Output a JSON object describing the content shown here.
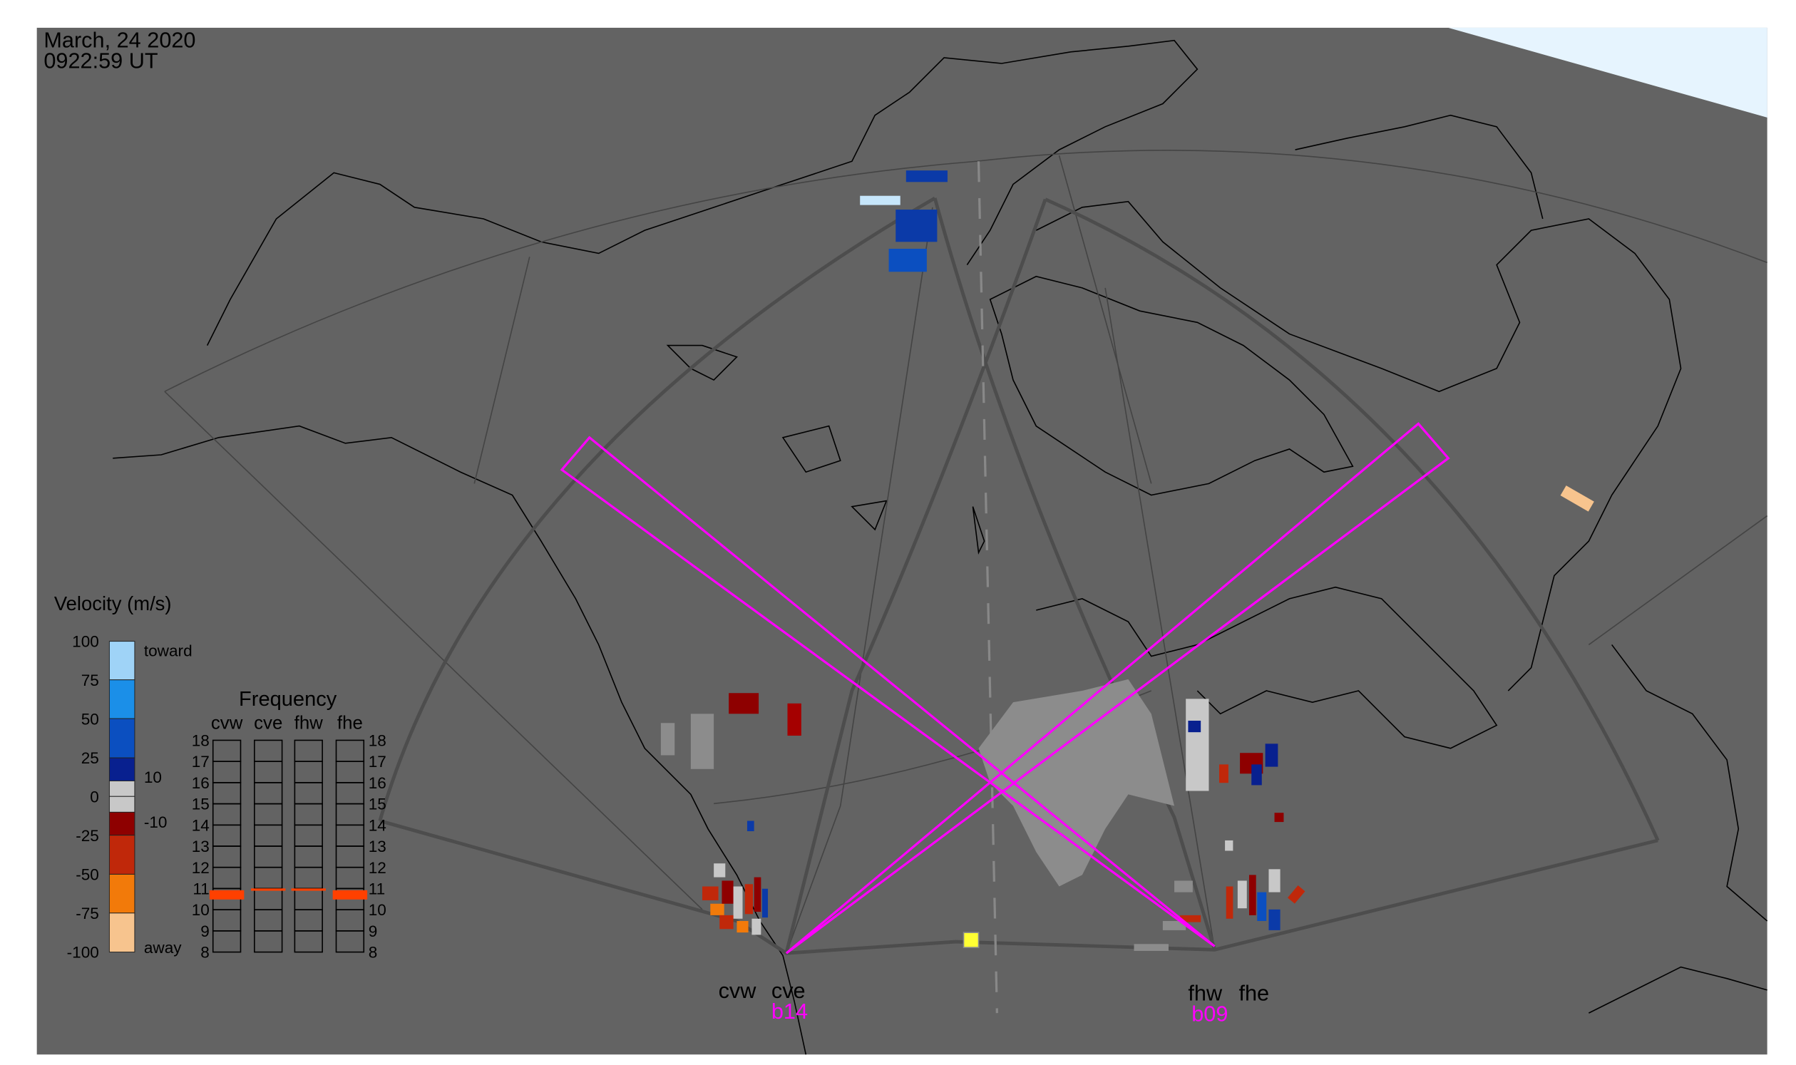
{
  "header": {
    "date": "March, 24 2020",
    "time": "0922:59 UT"
  },
  "velocity_legend": {
    "title": "Velocity (m/s)",
    "ticks": [
      "100",
      "75",
      "50",
      "25",
      "0",
      "-25",
      "-50",
      "-75",
      "-100"
    ],
    "toward_label": "toward",
    "away_label": "away",
    "pos_threshold": "10",
    "neg_threshold": "-10",
    "colors": [
      "#9fd3f7",
      "#1b8fe8",
      "#0b4fc0",
      "#08208f",
      "#c8c8c8",
      "#c8c8c8",
      "#8e0000",
      "#c0280a",
      "#f27a0a",
      "#f7c48e"
    ]
  },
  "frequency_panel": {
    "title": "Frequency",
    "radars": [
      "cvw",
      "cve",
      "fhw",
      "fhe"
    ],
    "ticks": [
      "18",
      "17",
      "16",
      "15",
      "14",
      "13",
      "12",
      "11",
      "10",
      "9",
      "8"
    ],
    "range_mhz": [
      8,
      18
    ],
    "bar_color": "#ff4000",
    "radar_frequencies_mhz": {
      "cvw": 10.7,
      "cve": 10.95,
      "fhw": 10.95,
      "fhe": 10.7
    }
  },
  "radars": {
    "cv": {
      "west": "cvw",
      "east": "cve",
      "beam": "b14"
    },
    "fh": {
      "west": "fhw",
      "east": "fhe",
      "beam": "b09"
    }
  },
  "colors": {
    "background": "#636363",
    "beam": "#ff00ff",
    "fov": "#4d4d4d",
    "sky": "#e6f4fe"
  }
}
